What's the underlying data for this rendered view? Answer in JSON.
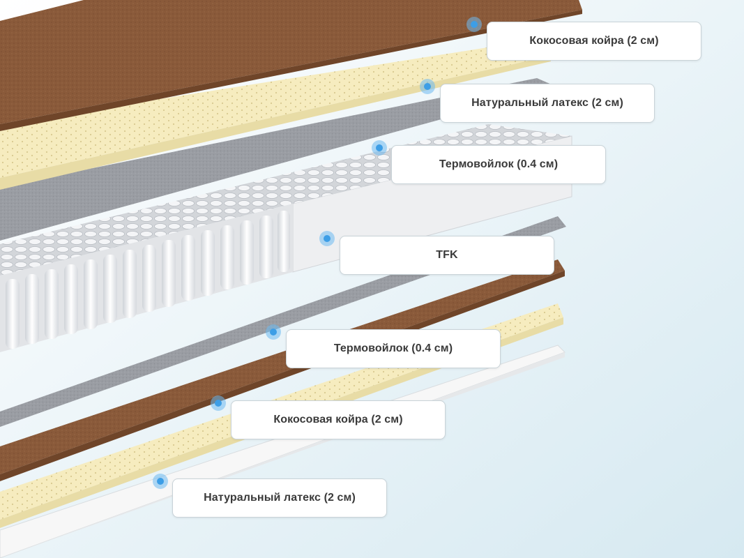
{
  "colors": {
    "background_light": "#f4fbfd",
    "background_blue": "#dcecf3",
    "coir": "#8a5a3a",
    "latex": "#f6ecbf",
    "felt": "#9a9da3",
    "springs": "#f2f3f5",
    "base": "#f6f6f6",
    "marker": "#3d9ee6"
  },
  "layers": [
    {
      "label": "Кокосовая койра (2 см)"
    },
    {
      "label": "Натуральный латекс (2 см)"
    },
    {
      "label": "Термовойлок (0.4 см)"
    },
    {
      "label": "TFK"
    },
    {
      "label": "Термовойлок (0.4 см)"
    },
    {
      "label": "Кокосовая койра (2 см)"
    },
    {
      "label": "Натуральный латекс (2 см)"
    }
  ]
}
